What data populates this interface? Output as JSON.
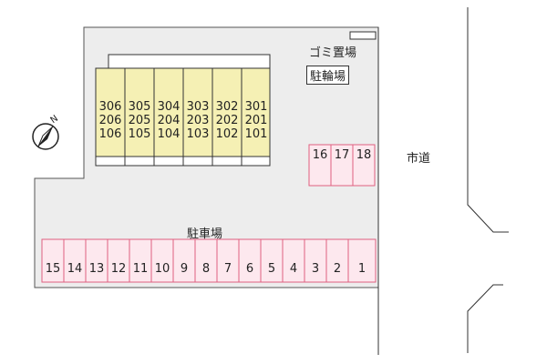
{
  "labels": {
    "garbage": "ゴミ置場",
    "bicycle": "駐輪場",
    "parking": "駐車場",
    "road": "市道",
    "north": "N"
  },
  "building": {
    "columns": [
      {
        "upper": "306",
        "middle": "206",
        "lower": "106"
      },
      {
        "upper": "305",
        "middle": "205",
        "lower": "105"
      },
      {
        "upper": "304",
        "middle": "204",
        "lower": "104"
      },
      {
        "upper": "303",
        "middle": "203",
        "lower": "103"
      },
      {
        "upper": "302",
        "middle": "202",
        "lower": "102"
      },
      {
        "upper": "301",
        "middle": "201",
        "lower": "101"
      }
    ]
  },
  "parking_bottom": [
    "15",
    "14",
    "13",
    "12",
    "11",
    "10",
    "9",
    "8",
    "7",
    "6",
    "5",
    "4",
    "3",
    "2",
    "1"
  ],
  "parking_right": [
    "16",
    "17",
    "18"
  ],
  "colors": {
    "lot_fill": "#ededed",
    "lot_stroke": "#555555",
    "building_fill": "#f5f0b4",
    "parking_fill": "#fde8ee",
    "parking_stroke": "#e06080",
    "line": "#333333"
  }
}
